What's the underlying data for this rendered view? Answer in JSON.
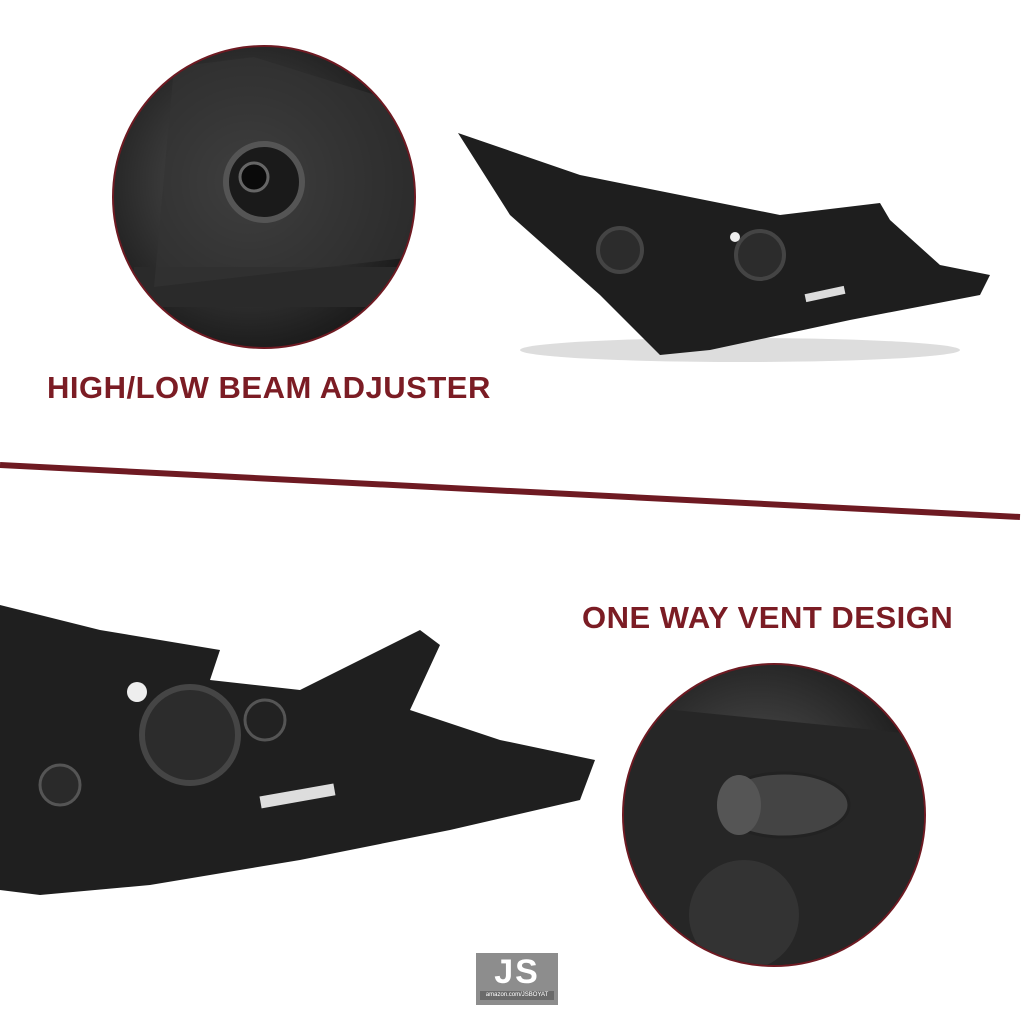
{
  "features": {
    "top_label": "HIGH/LOW BEAM ADJUSTER",
    "bottom_label": "ONE WAY VENT DESIGN"
  },
  "logo": {
    "mark": "JS",
    "url": "amazon.com/JSBOYAT"
  },
  "colors": {
    "accent": "#7b1c24",
    "divider": "#6e1a22",
    "product": "#1c1c1c"
  }
}
